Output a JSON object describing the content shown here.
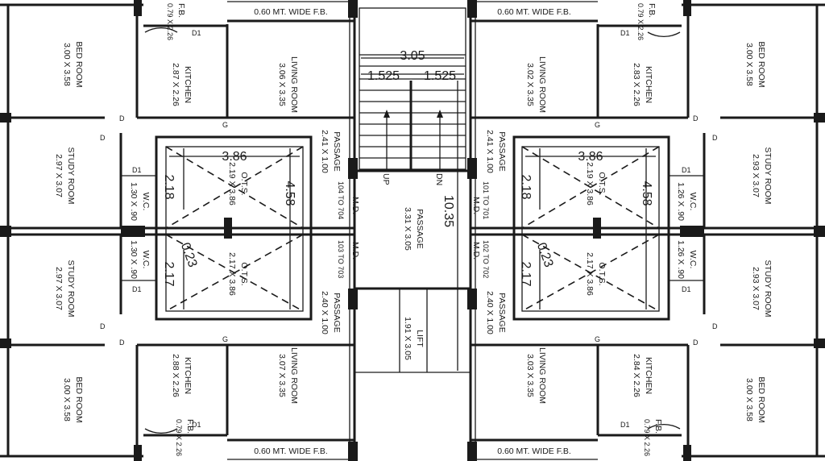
{
  "rooms": {
    "bed_tl": {
      "name": "BED ROOM",
      "size": "3.00 X 3.58"
    },
    "bed_bl": {
      "name": "BED ROOM",
      "size": "3.00 X 3.58"
    },
    "bed_tr": {
      "name": "BED ROOM",
      "size": "3.00 X 3.58"
    },
    "bed_br": {
      "name": "BED ROOM",
      "size": "3.00 X 3.58"
    },
    "kitchen_tl": {
      "name": "KITCHEN",
      "size": "2.87 X 2.26"
    },
    "kitchen_bl": {
      "name": "KITCHEN",
      "size": "2.88 X 2.26"
    },
    "kitchen_tr": {
      "name": "KITCHEN",
      "size": "2.83 X 2.26"
    },
    "kitchen_br": {
      "name": "KITCHEN",
      "size": "2.84 X 2.26"
    },
    "living_tl": {
      "name": "LIVING ROOM",
      "size": "3.06 X 3.35"
    },
    "living_bl": {
      "name": "LIVING ROOM",
      "size": "3.07 X 3.35"
    },
    "living_tr": {
      "name": "LIVING ROOM",
      "size": "3.02 X 3.35"
    },
    "living_br": {
      "name": "LIVING ROOM",
      "size": "3.03 X 3.35"
    },
    "study_tl": {
      "name": "STUDY ROOM",
      "size": "2.97 X 3.07"
    },
    "study_bl": {
      "name": "STUDY ROOM",
      "size": "2.97 X 3.07"
    },
    "study_tr": {
      "name": "STUDY ROOM",
      "size": "2.93 X 3.07"
    },
    "study_br": {
      "name": "STUDY ROOM",
      "size": "2.93 X 3.07"
    },
    "wc_tl": {
      "name": "W.C.",
      "size": "1.30 X .90"
    },
    "wc_bl": {
      "name": "W.C.",
      "size": "1.30 X .90"
    },
    "wc_tr": {
      "name": "W.C.",
      "size": "1.26 X .90"
    },
    "wc_br": {
      "name": "W.C.",
      "size": "1.26 X .90"
    },
    "fb_tl": {
      "name": "F.B.",
      "size": "0.79 X 2.26"
    },
    "fb_bl": {
      "name": "F.B.",
      "size": "0.79 X 2.26"
    },
    "fb_tr": {
      "name": "F.B.",
      "size": "0.79 X 2.26"
    },
    "fb_br": {
      "name": "F.B.",
      "size": "0.79 X 2.26"
    },
    "passage_tl": {
      "name": "PASSAGE",
      "size": "2.41 X 1.00"
    },
    "passage_bl": {
      "name": "PASSAGE",
      "size": "2.40 X 1.00"
    },
    "passage_tr": {
      "name": "PASSAGE",
      "size": "2.41 X 1.00"
    },
    "passage_br": {
      "name": "PASSAGE",
      "size": "2.40 X 1.00"
    },
    "passage_center": {
      "name": "PASSAGE",
      "size": "3.31 X 3.05"
    },
    "lift": {
      "name": "LIFT",
      "size": "1.91 X 3.05"
    }
  },
  "flat_numbers": {
    "tl": "104 TO 704",
    "bl": "103 TO 703",
    "tr": "101 TO 701",
    "br": "102 TO 702"
  },
  "main_door": "M.D.",
  "fb_strip": "0.60 MT. WIDE F.B.",
  "ots": {
    "top_l": "O.T.S.",
    "top_l_size": "2.19 X 3.86",
    "bot_l": "O.T.S.",
    "bot_l_size": "2.17 X 3.86",
    "top_r": "O.T.S.",
    "top_r_size": "2.19 X 3.86",
    "bot_r": "O.T.S.",
    "bot_r_size": "2.17 X 3.86"
  },
  "dims": {
    "stair_width": "3.05",
    "stair_half_l": "1.525",
    "stair_half_r": "1.525",
    "core_height": "10.35",
    "ots_width": "3.86",
    "ots_top_h": "2.18",
    "ots_bot_h": "2.17",
    "ots_total_h": "4.58",
    "ots_gap": "0.23"
  },
  "stair": {
    "up": "UP",
    "dn": "DN"
  },
  "doors": {
    "D": "D",
    "D1": "D1",
    "G": "G"
  }
}
